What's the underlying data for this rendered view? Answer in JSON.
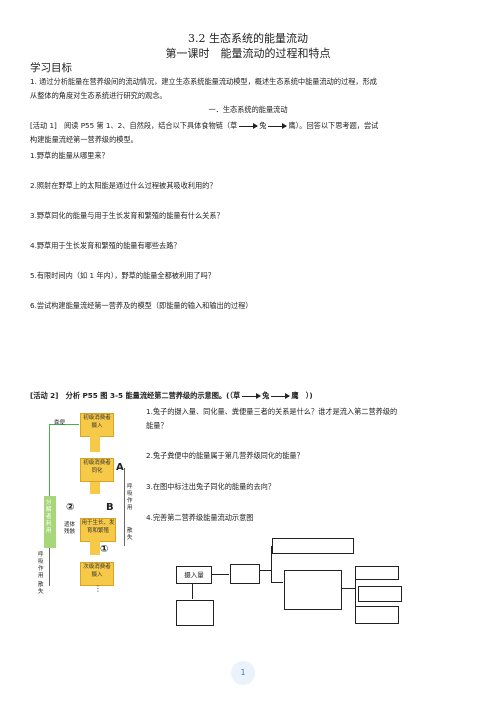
{
  "header": {
    "title": "3.2 生态系统的能量流动",
    "subtitle": "第一课时　能量流动的过程和特点"
  },
  "goals": {
    "heading": "学习目标",
    "text1": "1. 通过分析能量在营养级间的流动情况，建立生态系统能量流动模型，概述生态系统中能量流动的过程，形成",
    "text2": "从整体的角度对生态系统进行研究的观念。"
  },
  "section1": {
    "heading": "一．生态系统的能量流动",
    "activity1_a": "[活动 1]　阅读 P55 第 1、2、自然段，结合以下具体食物链（草",
    "chain_mid": "兔",
    "chain_end": "鹰",
    "activity1_b": "）。回答以下思考题，尝试",
    "activity1_c": "构建能量流经第一营养级的模型。",
    "questions": [
      "1.野草的能量从哪里来？",
      "2.照射在野草上的太阳能是通过什么过程被其吸收利用的？",
      "3.野草同化的能量与用于生长发育和繁殖的能量有什么关系？",
      "4.野草用于生长发育和繁殖的能量有哪些去路？",
      "5.有限时间内（如 1 年内），野草的能量全都被利用了吗？",
      "6.尝试构建能量流经第一营养及的模型（即能量的输入和输出的过程）"
    ]
  },
  "activity2": {
    "heading_a": "[活动 2]　分析 P55 图 3-5 能量流经第二营养级的示意图。(（草",
    "chain_mid": "兔",
    "chain_end": "鹰　）)",
    "questions": [
      "1.兔子的摄入量、同化量、粪便量三者的关系是什么？谁才是流入第二营养级的",
      "能量？",
      "2.兔子粪便中的能量属于第几营养级同化的能量？",
      "3.在图中标注出兔子同化的能量的去向？",
      "4.完善第二营养级能量流动示意图"
    ]
  },
  "diagram": {
    "feces": "粪便",
    "box1": "初级消费者摄入",
    "box2": "初级消费者同化",
    "box3": "用于生长、发育和繁殖",
    "box4": "次级消费者摄入",
    "decomposer": "分解者利用",
    "remains": "遗体残骸",
    "respiration": "呼吸作用",
    "respiration2": "呼吸作用",
    "loss1": "散失",
    "loss2": "散失",
    "label_a": "A",
    "label_b": "B",
    "label_1": "①",
    "label_2": "②"
  },
  "flow": {
    "intake_label": "摄入量"
  },
  "footer": {
    "page_number": "1"
  }
}
